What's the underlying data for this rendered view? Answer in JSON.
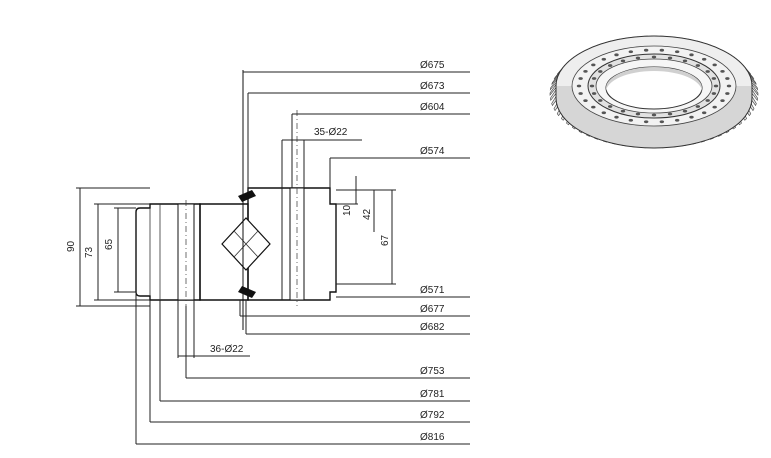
{
  "drawing": {
    "right_dims": [
      "Ø675",
      "Ø673",
      "Ø604",
      "35-Ø22",
      "Ø574",
      "Ø571",
      "Ø677",
      "Ø682"
    ],
    "bottom_dims": [
      "Ø753",
      "Ø781",
      "Ø792",
      "Ø816"
    ],
    "bottom_hole_label": "36-Ø22",
    "left_dims": [
      "90",
      "73",
      "65"
    ],
    "inner_dims": [
      "10",
      "42",
      "67"
    ]
  }
}
